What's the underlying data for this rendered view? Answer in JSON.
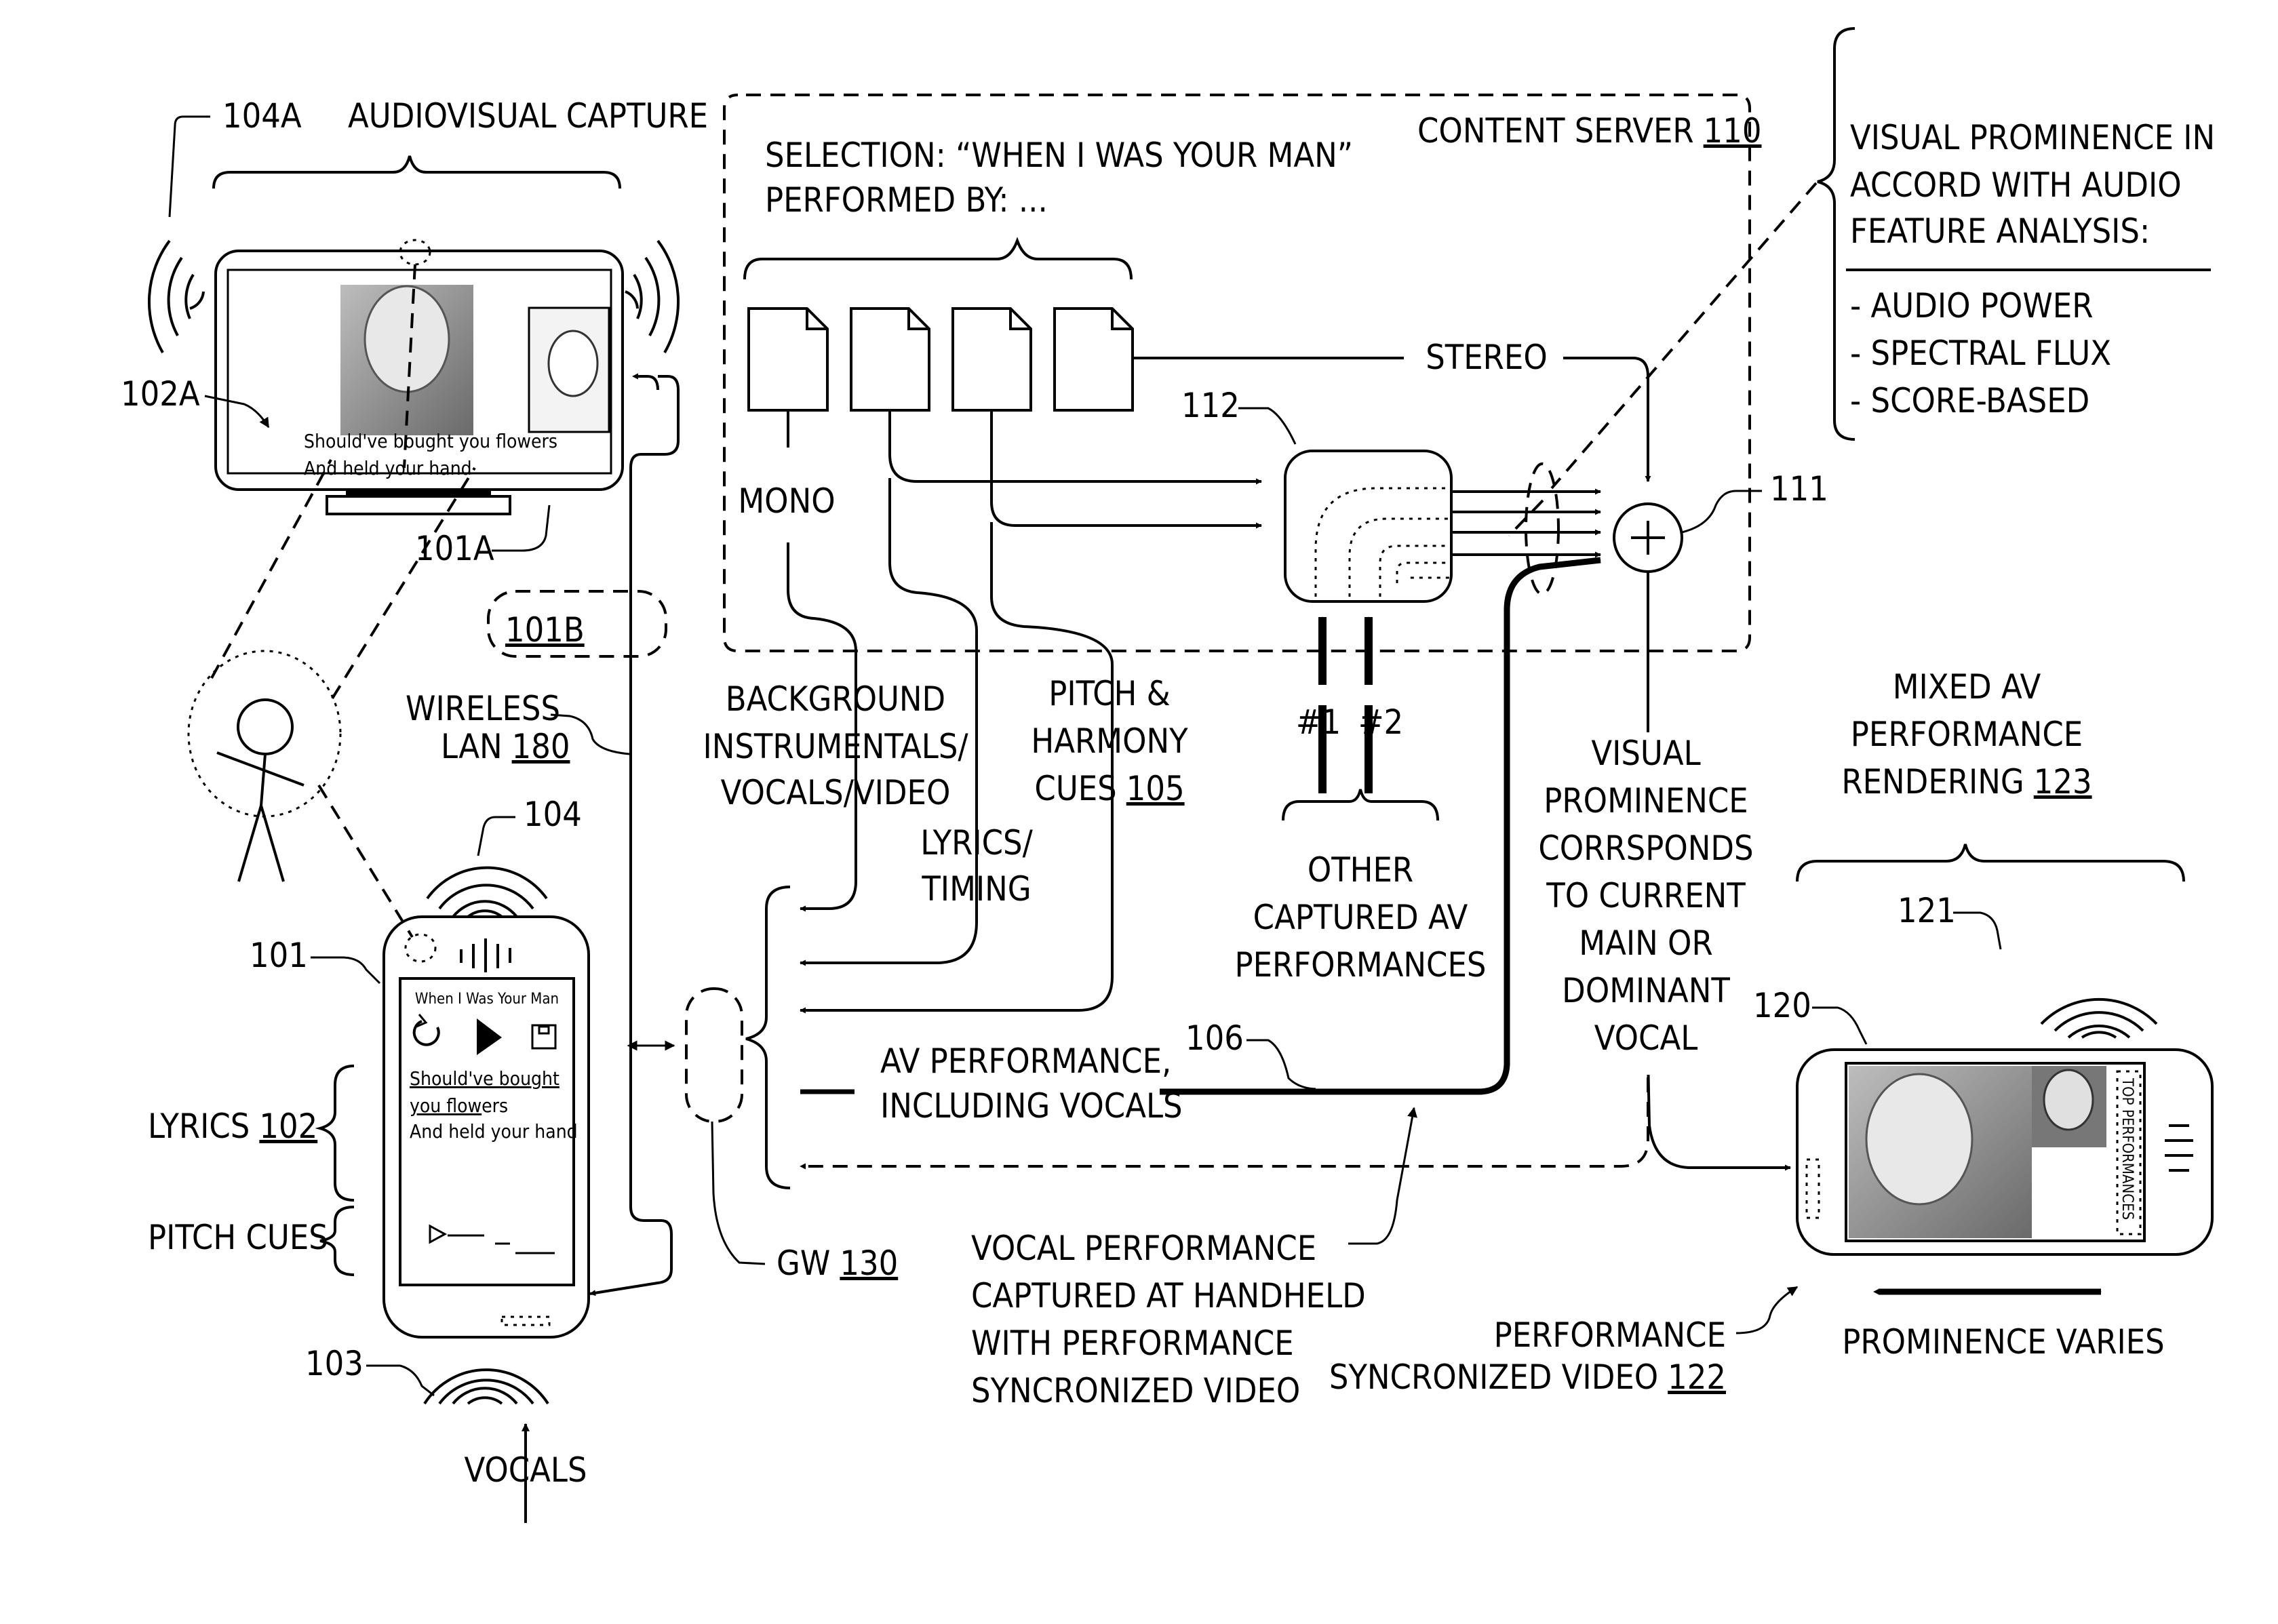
{
  "labels": {
    "ref_104a": "104A",
    "audiovisual_capture": "AUDIOVISUAL CAPTURE",
    "ref_102a": "102A",
    "ref_101a": "101A",
    "ref_101b": "101B",
    "wireless": "WIRELESS",
    "lan": "LAN",
    "lan_ref": "180",
    "ref_104": "104",
    "ref_101": "101",
    "lyrics": "LYRICS",
    "lyrics_ref": "102",
    "pitch_cues": "PITCH CUES",
    "ref_103": "103",
    "vocals": "VOCALS",
    "selection_line1": "SELECTION: “WHEN I WAS YOUR MAN”",
    "selection_line2": "PERFORMED BY: ...",
    "content_server": "CONTENT SERVER",
    "content_server_ref": "110",
    "mono": "MONO",
    "stereo": "STEREO",
    "ref_112": "112",
    "ref_111": "111",
    "bg_line1": "BACKGROUND",
    "bg_line2": "INSTRUMENTALS/",
    "bg_line3": "VOCALS/VIDEO",
    "pitch_line1": "PITCH &",
    "pitch_line2": "HARMONY",
    "pitch_line3": "CUES",
    "pitch_ref": "105",
    "lyrics_timing_line1": "LYRICS/",
    "lyrics_timing_line2": "TIMING",
    "perf1": "#1",
    "perf2": "#2",
    "other_line1": "OTHER",
    "other_line2": "CAPTURED AV",
    "other_line3": "PERFORMANCES",
    "vp_line1": "VISUAL",
    "vp_line2": "PROMINENCE",
    "vp_line3": "CORRSPONDS",
    "vp_line4": "TO CURRENT",
    "vp_line5": "MAIN OR",
    "vp_line6": "DOMINANT",
    "vp_line7": "VOCAL",
    "vis_prom_line1": "VISUAL PROMINENCE IN",
    "vis_prom_line2": "ACCORD WITH AUDIO",
    "vis_prom_line3": "FEATURE ANALYSIS:",
    "feature1": "- AUDIO POWER",
    "feature2": "- SPECTRAL FLUX",
    "feature3": "- SCORE-BASED",
    "mixed_line1": "MIXED AV",
    "mixed_line2": "PERFORMANCE",
    "mixed_line3": "RENDERING",
    "mixed_ref": "123",
    "ref_121": "121",
    "ref_120": "120",
    "ref_106": "106",
    "av_line1": "AV PERFORMANCE,",
    "av_line2": "INCLUDING VOCALS",
    "gw": "GW",
    "gw_ref": "130",
    "vocal_perf_line1": "VOCAL PERFORMANCE",
    "vocal_perf_line2": "CAPTURED AT HANDHELD",
    "vocal_perf_line3": "WITH PERFORMANCE",
    "vocal_perf_line4": "SYNCRONIZED VIDEO",
    "psv_line1": "PERFORMANCE",
    "psv_line2": "SYNCRONIZED VIDEO",
    "psv_ref": "122",
    "prominence_varies": "PROMINENCE VARIES"
  },
  "tv_screen": {
    "lyric_line1": "Should've bought you flowers",
    "lyric_line2": "And held your hand"
  },
  "phone_screen": {
    "song_title": "When I Was Your Man",
    "lyric_line1a": "Should've bought",
    "lyric_line2a": "you flow",
    "lyric_line2b": "ers",
    "lyric_line3": "And held your hand"
  },
  "handheld_screen": {
    "side_tab": "TOP PERFORMANCES"
  },
  "icons": [
    "speaker-waves-icon",
    "stick-figure-icon",
    "document-icon",
    "summing-junction-icon",
    "refresh-icon",
    "play-icon",
    "save-icon"
  ]
}
